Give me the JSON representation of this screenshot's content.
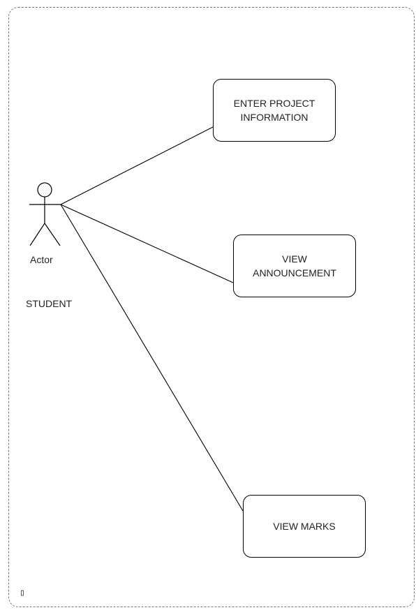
{
  "diagram": {
    "actor": {
      "label": "Actor",
      "role": "STUDENT"
    },
    "use_cases": [
      {
        "id": "enter-project-information",
        "label": "ENTER PROJECT\nINFORMATION"
      },
      {
        "id": "view-announcement",
        "label": "VIEW\nANNOUNCEMENT"
      },
      {
        "id": "view-marks",
        "label": "VIEW MARKS"
      }
    ],
    "corner_marker": "▯",
    "colors": {
      "stroke": "#000000",
      "frame": "#777777",
      "text": "#222222"
    }
  }
}
